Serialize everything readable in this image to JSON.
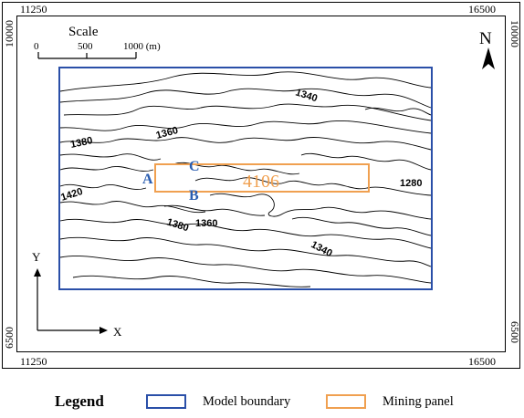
{
  "corners": {
    "top_left_x": "11250",
    "top_right_x": "16500",
    "bottom_left_x": "11250",
    "bottom_right_x": "16500",
    "left_top_y": "10000",
    "left_bottom_y": "6500",
    "right_top_y": "10000",
    "right_bottom_y": "6500"
  },
  "scale": {
    "title": "Scale",
    "ticks": [
      "0",
      "500",
      "1000 (m)"
    ]
  },
  "north": {
    "label": "N"
  },
  "axes": {
    "x_label": "X",
    "y_label": "Y"
  },
  "contour_labels": [
    "1340",
    "1380",
    "1360",
    "1420",
    "1380",
    "1360",
    "1340",
    "1280"
  ],
  "panel": {
    "id": "4106",
    "color": "#f0a050"
  },
  "points": {
    "a": "A",
    "b": "B",
    "c": "C",
    "color": "#2a5db0"
  },
  "legend": {
    "title": "Legend",
    "items": [
      {
        "label": "Model boundary",
        "color": "#2a4fa8"
      },
      {
        "label": "Mining panel",
        "color": "#f0a050"
      }
    ]
  }
}
